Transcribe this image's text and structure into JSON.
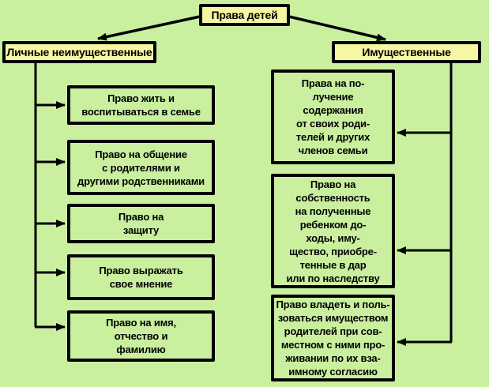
{
  "page": {
    "background_color": "#c9ef9f",
    "node_yellow_color": "#f7f7a3",
    "line_color": "#000000"
  },
  "title": {
    "label": "Права детей"
  },
  "left": {
    "header": "Личные неимущественные",
    "boxes": [
      {
        "text": "Право жить и\nвоспитываться в семье"
      },
      {
        "text": "Право на общение\nс родителями и\nдругими родственниками"
      },
      {
        "text": "Право на\nзащиту"
      },
      {
        "text": "Право выражать\nсвое мнение"
      },
      {
        "text": "Право на имя,\nотчество и\nфамилию"
      }
    ]
  },
  "right": {
    "header": "Имущественные",
    "boxes": [
      {
        "text": "Права на по-\nлучение\nсодержания\nот своих роди-\nтелей и других\nчленов семьи"
      },
      {
        "text": "Право на\nсобственность\nна полученные\nребенком до-\nходы, иму-\nщество, приобре-\nтенные в дар\nили по наследству"
      },
      {
        "text": "Право владеть и поль-\nзоваться имуществом\nродителей при сов-\nместном с ними про-\nживании по их вза-\nимному согласию"
      }
    ]
  }
}
